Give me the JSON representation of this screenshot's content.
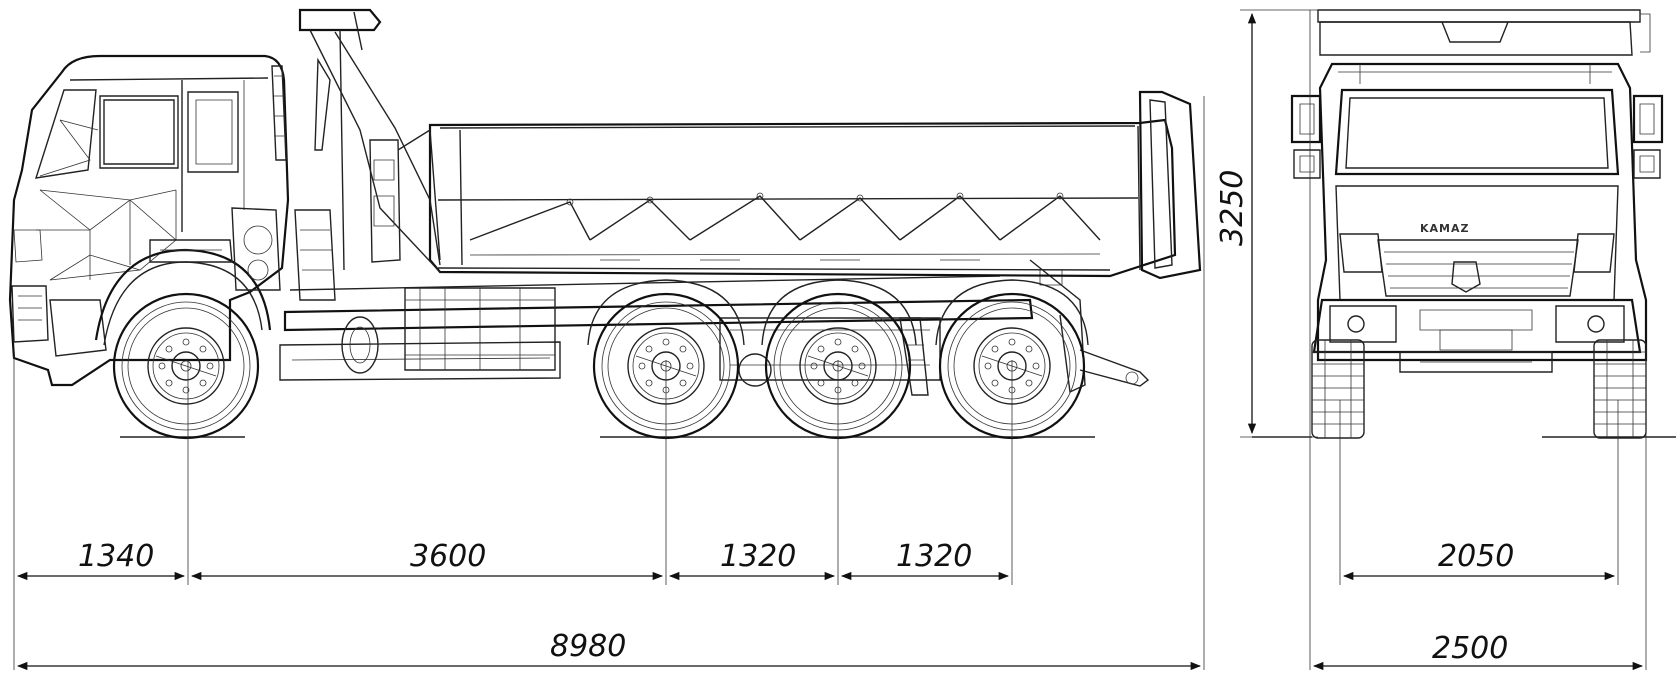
{
  "drawing": {
    "side_view": {
      "dimensions": {
        "front_overhang": "1340",
        "wheelbase_1_2": "3600",
        "wheelbase_2_3": "1320",
        "wheelbase_3_4": "1320",
        "overall_length": "8980"
      }
    },
    "front_view": {
      "dimensions": {
        "height": "3250",
        "track": "2050",
        "overall_width": "2500"
      },
      "grille_badge": "KAMAZ"
    }
  }
}
